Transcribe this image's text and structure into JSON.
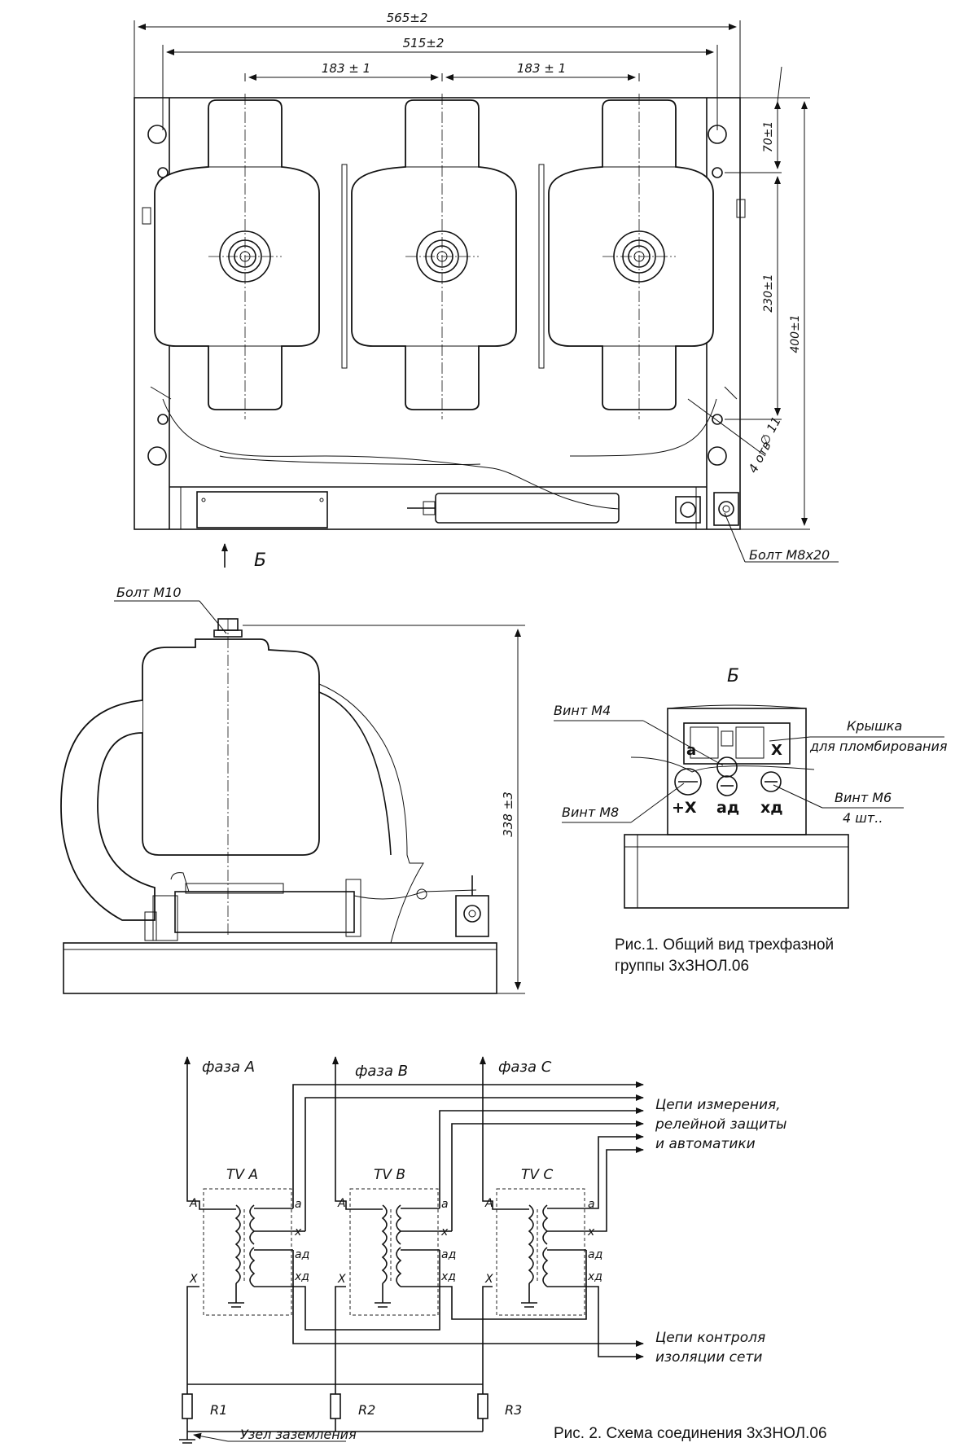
{
  "fig1": {
    "dimensions": {
      "overall_width": "565±2",
      "mount_width": "515±2",
      "pitch_left": "183 ± 1",
      "pitch_right": "183 ± 1",
      "top_offset": "70±1",
      "hole_pitch": "230±1",
      "overall_depth": "400±1",
      "height": "338 ±3"
    },
    "callouts": {
      "hole_diameter": "∅ 11",
      "hole_count": "4 отв",
      "bolt_m8": "Болт М8х20",
      "bolt_m10": "Болт М10",
      "view_label": "Б",
      "view_title": "Б",
      "screw_m4": "Винт М4",
      "screw_m8": "Винт М8",
      "screw_m6": "Винт М6",
      "screw_m6_qty": "4 шт..",
      "cover_1": "Крышка",
      "cover_2": "для пломбирования"
    },
    "terminals": {
      "a": "a",
      "x": "X",
      "plus_x": "+X",
      "ad": "aд",
      "xd": "xд"
    },
    "caption_line1": "Рис.1. Общий вид трехфазной",
    "caption_line2": "группы 3хЗНОЛ.06"
  },
  "fig2": {
    "phases": [
      "фаза А",
      "фаза В",
      "фаза С"
    ],
    "transformers": [
      "TV A",
      "TV B",
      "TV C"
    ],
    "pin_labels": {
      "A": "A",
      "X": "X",
      "a": "a",
      "x": "x",
      "ad": "aд",
      "xd": "xд"
    },
    "resistors": [
      "R1",
      "R2",
      "R3"
    ],
    "measure_circuits": [
      "Цепи измерения,",
      "релейной защиты",
      "и автоматики"
    ],
    "insulation_circuits": [
      "Цепи контроля",
      "изоляции сети"
    ],
    "ground_node": "Узел заземления",
    "caption": "Рис. 2. Схема соединения 3хЗНОЛ.06"
  }
}
